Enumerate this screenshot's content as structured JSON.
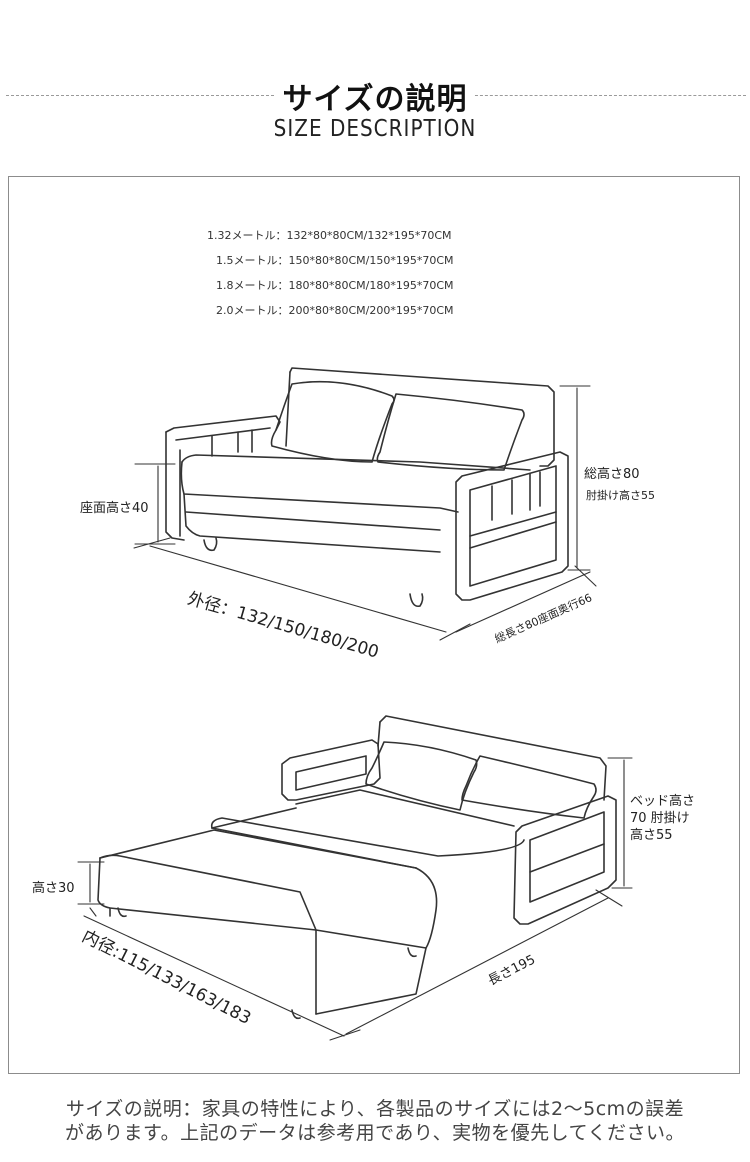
{
  "header": {
    "title": "サイズの説明",
    "subtitle": "SIZE DESCRIPTION"
  },
  "specs": [
    "1.32メートル：132*80*80CM/132*195*70CM",
    "1.5メートル：150*80*80CM/150*195*70CM",
    "1.8メートル：180*80*80CM/180*195*70CM",
    "2.0メートル：200*80*80CM/200*195*70CM"
  ],
  "sofa": {
    "seat_height": "座面高さ40",
    "total_height": "総高さ80",
    "armrest_height": "肘掛け高さ55",
    "outer_width": "外径：132/150/180/200",
    "depth": "総長さ80座面奥行66"
  },
  "bed": {
    "bed_height_line1": "ベッド高さ",
    "bed_height_line2": "70 肘掛け",
    "bed_height_line3": "高さ55",
    "height": "高さ30",
    "inner_width": "内径:115/133/163/183",
    "length": "長さ195"
  },
  "footer": {
    "line1": "サイズの説明：家具の特性により、各製品のサイズには2〜5cmの誤差",
    "line2": "があります。上記のデータは参考用であり、実物を優先してください。"
  }
}
